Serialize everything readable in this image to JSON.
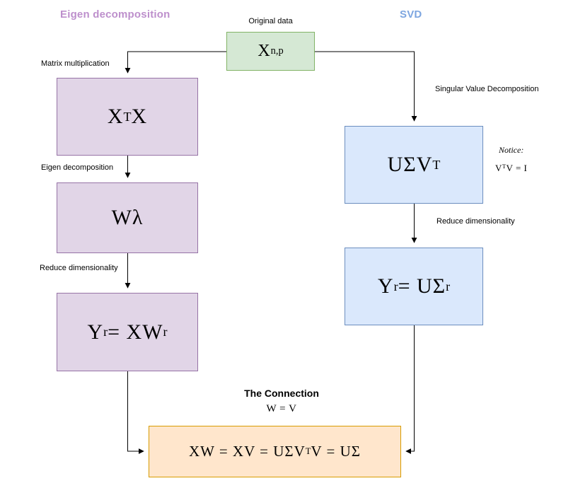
{
  "titles": {
    "left": "Eigen decomposition",
    "right": "SVD"
  },
  "colors": {
    "left_title": "#bd8fcc",
    "right_title": "#7ea6e0",
    "green_fill": "#d5e8d4",
    "green_stroke": "#82b366",
    "purple_fill": "#e1d5e7",
    "purple_stroke": "#9673a6",
    "blue_fill": "#dae8fc",
    "blue_stroke": "#6c8ebf",
    "orange_fill": "#ffe6cc",
    "orange_stroke": "#d79b00"
  },
  "top": {
    "label": "Original data",
    "formula": [
      {
        "t": "X"
      },
      {
        "t": "n,p",
        "m": "sub"
      }
    ]
  },
  "left_column": {
    "step1_label": "Matrix multiplication",
    "box1_formula": [
      {
        "t": "X"
      },
      {
        "t": "T",
        "m": "sup"
      },
      {
        "t": "X"
      }
    ],
    "step2_label": "Eigen decomposition",
    "box2_formula": [
      {
        "t": "Wλ"
      }
    ],
    "step3_label": "Reduce dimensionality",
    "box3_formula": [
      {
        "t": "Y"
      },
      {
        "t": "r",
        "m": "sub"
      },
      {
        "t": " = XW"
      },
      {
        "t": "r",
        "m": "sub"
      }
    ]
  },
  "right_column": {
    "step1_label": "Singular Value Decomposition",
    "box1_formula": [
      {
        "t": "UΣV"
      },
      {
        "t": "T",
        "m": "sup"
      }
    ],
    "notice_label": "Notice:",
    "notice_formula": [
      {
        "t": "V"
      },
      {
        "t": "T",
        "m": "sup"
      },
      {
        "t": "V = I"
      }
    ],
    "step2_label": "Reduce dimensionality",
    "box2_formula": [
      {
        "t": "Y"
      },
      {
        "t": "r",
        "m": "sub"
      },
      {
        "t": " = UΣ"
      },
      {
        "t": "r",
        "m": "sub"
      }
    ]
  },
  "connection": {
    "title": "The Connection",
    "subtitle_formula": [
      {
        "t": "W = V"
      }
    ],
    "box_formula": [
      {
        "t": "XW = XV = UΣV"
      },
      {
        "t": "T",
        "m": "sup"
      },
      {
        "t": "V = UΣ"
      }
    ]
  }
}
